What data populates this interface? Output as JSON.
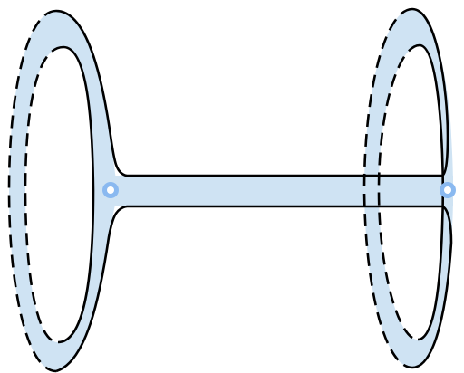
{
  "colors": {
    "band_fill": "#cfe3f3",
    "outline": "#000000",
    "marker_ring": "#8ab9f0",
    "marker_center": "#ffffff",
    "background": "#ffffff"
  },
  "elements": {
    "loops": [
      "left-loop",
      "right-loop"
    ],
    "connector": "connecting-bar",
    "markers": [
      "left-attachment-marker",
      "right-attachment-marker"
    ]
  },
  "style": {
    "inner_edge": "dashed",
    "outer_edge": "solid"
  }
}
